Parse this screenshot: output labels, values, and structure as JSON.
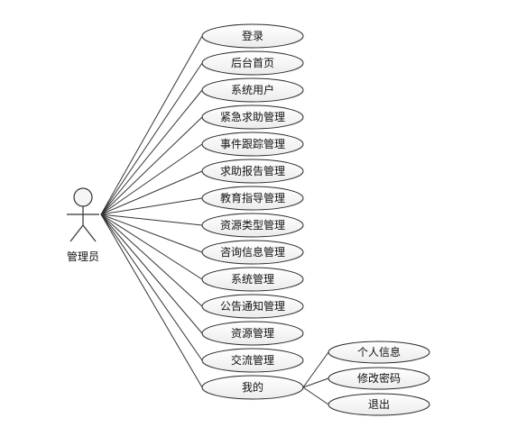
{
  "actor": {
    "label": "管理员"
  },
  "use_cases": [
    {
      "id": "login",
      "label": "登录"
    },
    {
      "id": "backend-home",
      "label": "后台首页"
    },
    {
      "id": "system-users",
      "label": "系统用户"
    },
    {
      "id": "emergency-help-mgmt",
      "label": "紧急求助管理"
    },
    {
      "id": "event-tracking-mgmt",
      "label": "事件跟踪管理"
    },
    {
      "id": "help-report-mgmt",
      "label": "求助报告管理"
    },
    {
      "id": "education-guide-mgmt",
      "label": "教育指导管理"
    },
    {
      "id": "resource-type-mgmt",
      "label": "资源类型管理"
    },
    {
      "id": "consult-info-mgmt",
      "label": "咨询信息管理"
    },
    {
      "id": "system-mgmt",
      "label": "系统管理"
    },
    {
      "id": "notice-mgmt",
      "label": "公告通知管理"
    },
    {
      "id": "resource-mgmt",
      "label": "资源管理"
    },
    {
      "id": "exchange-mgmt",
      "label": "交流管理"
    },
    {
      "id": "mine",
      "label": "我的"
    }
  ],
  "sub_use_cases": [
    {
      "id": "personal-info",
      "label": "个人信息"
    },
    {
      "id": "change-password",
      "label": "修改密码"
    },
    {
      "id": "logout",
      "label": "退出"
    }
  ]
}
